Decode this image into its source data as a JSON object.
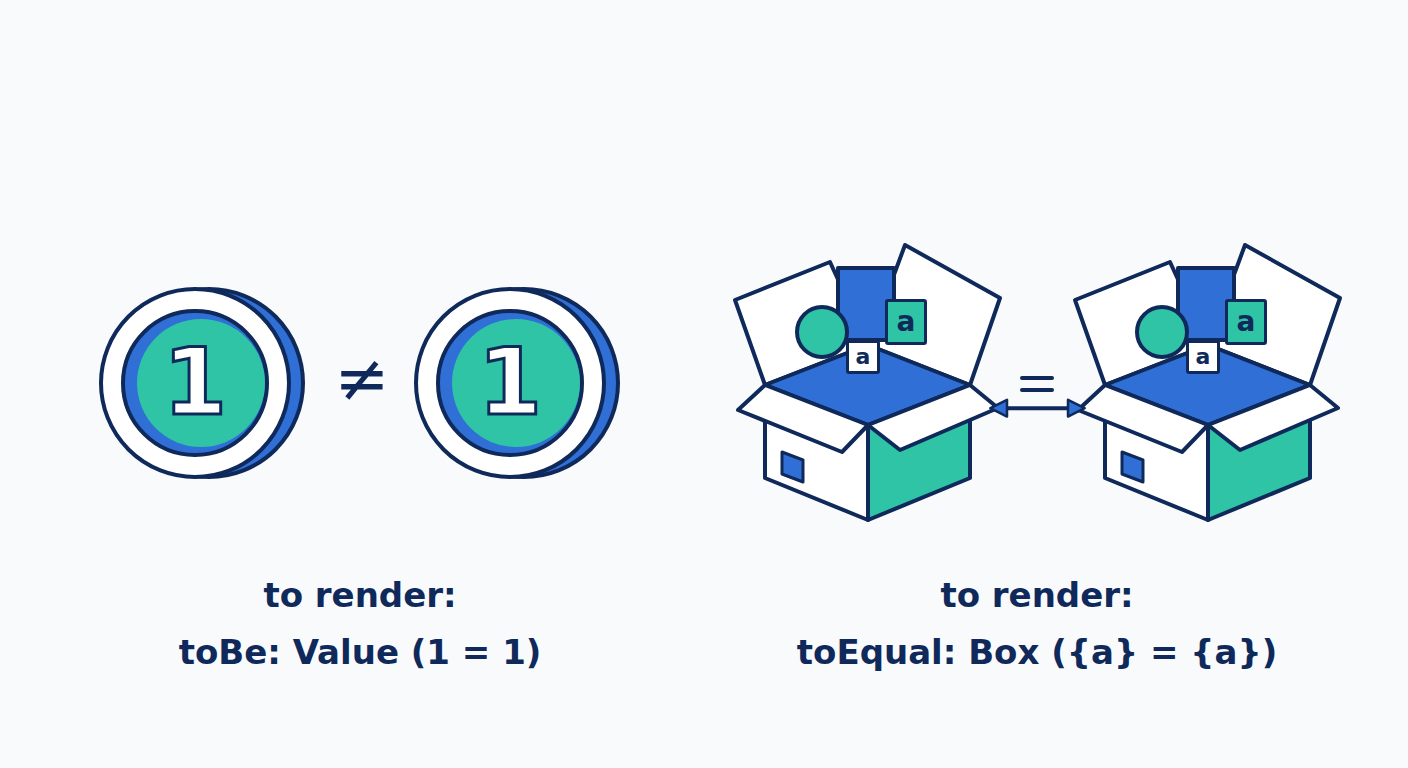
{
  "diagram": {
    "nodes": [
      {
        "text": [
          "1"
        ]
      },
      {
        "text": [
          "1"
        ]
      },
      {
        "text": [
          "a",
          "a"
        ]
      },
      {
        "text": [
          "a",
          "a"
        ]
      }
    ],
    "edges": [
      {
        "from": 2,
        "to": 3,
        "arrow": "both"
      }
    ],
    "labels": [
      "≠",
      "to render:",
      "toBe: Value (1 = 1)",
      "to render:",
      "toEqual: Box ({a} = {a})"
    ]
  }
}
